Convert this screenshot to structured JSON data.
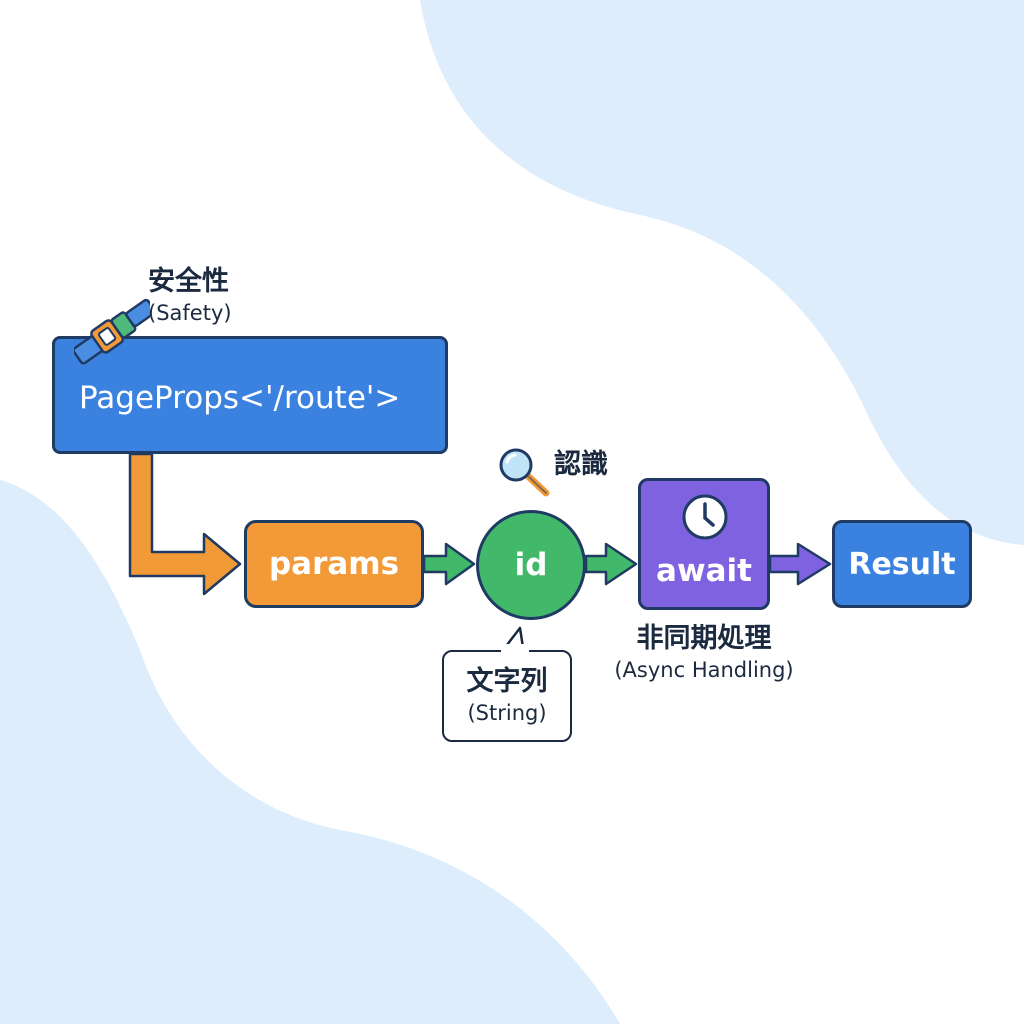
{
  "nodes": {
    "pageprops": "PageProps<'/route'>",
    "params": "params",
    "id": "id",
    "await": "await",
    "result": "Result"
  },
  "labels": {
    "safety_jp": "安全性",
    "safety_en": "(Safety)",
    "recognition_jp": "認識",
    "string_jp": "文字列",
    "string_en": "(String)",
    "async_jp": "非同期処理",
    "async_en": "(Async Handling)"
  },
  "icons": {
    "belt": "seatbelt-buckle-icon",
    "search": "magnifying-glass-icon",
    "clock": "clock-icon"
  },
  "colors": {
    "background_wave": "#deedfb",
    "pageprops": "#3b82e0",
    "params": "#f29a38",
    "id": "#42b86a",
    "await": "#7f62e0",
    "result": "#3b82e0",
    "outline": "#1f3a63"
  }
}
